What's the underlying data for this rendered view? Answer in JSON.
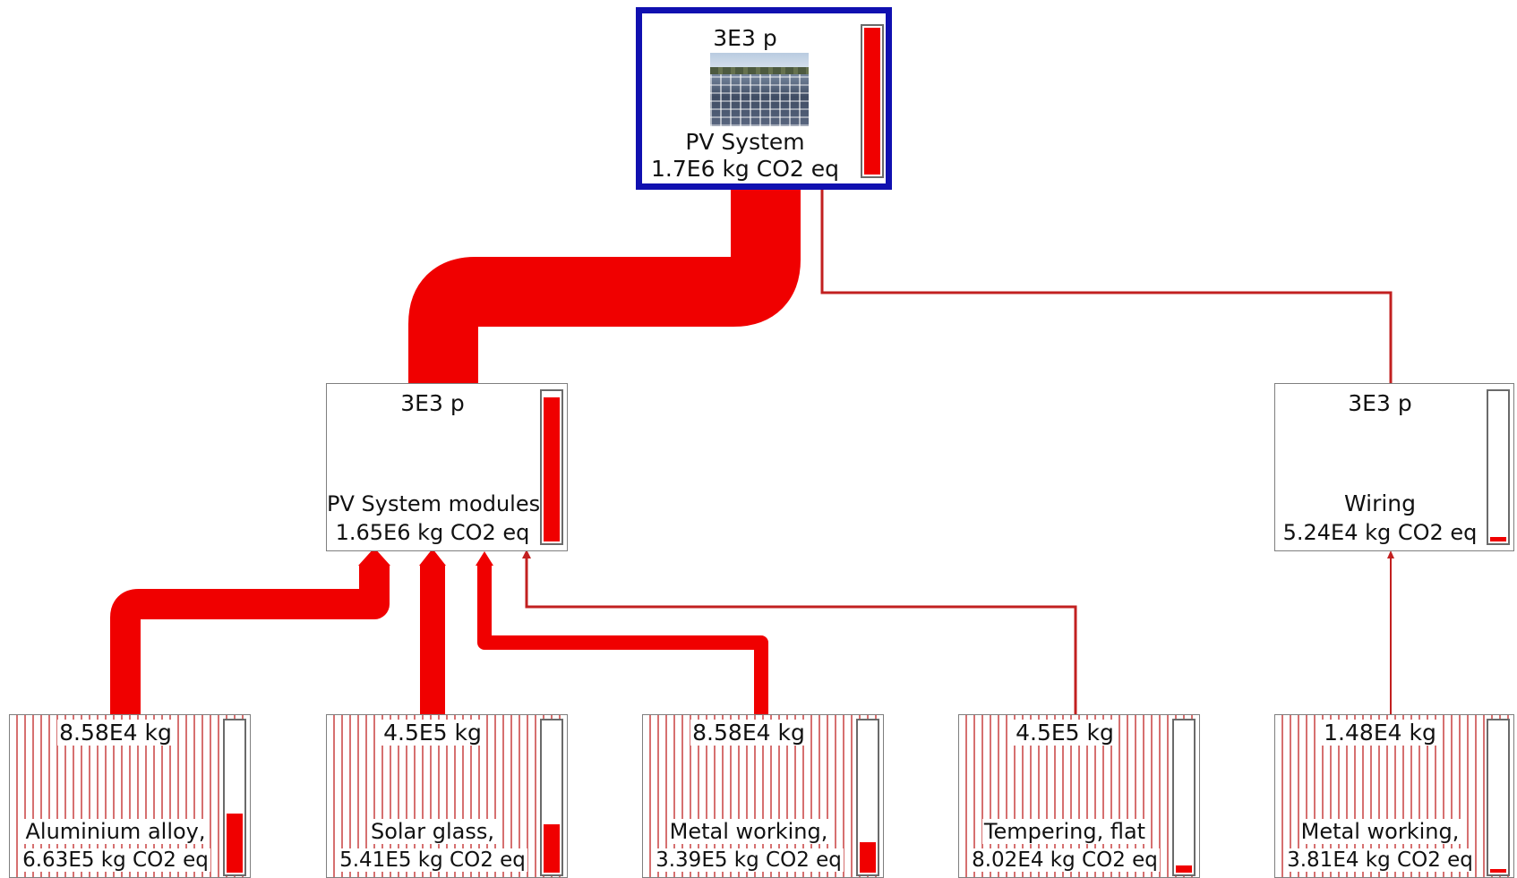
{
  "colors": {
    "flow": "#f00000",
    "flow_thin": "#c22020",
    "root_border": "#1010b0",
    "meter_fill": "#f00000"
  },
  "nodes": {
    "root": {
      "amount": "3E3 p",
      "name": "PV System",
      "impact": "1.7E6 kg CO2 eq",
      "image": "solar-farm-photo",
      "level": 1.0
    },
    "modules": {
      "amount": "3E3 p",
      "name": "PV System modules",
      "impact": "1.65E6 kg CO2 eq",
      "level": 0.97
    },
    "wiring": {
      "amount": "3E3 p",
      "name": "Wiring",
      "impact": "5.24E4 kg CO2 eq",
      "level": 0.031
    },
    "leaf1": {
      "amount": "8.58E4 kg",
      "name": "Aluminium alloy,",
      "impact": "6.63E5 kg CO2 eq",
      "level": 0.39
    },
    "leaf2": {
      "amount": "4.5E5 kg",
      "name": "Solar glass,",
      "impact": "5.41E5 kg CO2 eq",
      "level": 0.32
    },
    "leaf3": {
      "amount": "8.58E4 kg",
      "name": "Metal working,",
      "impact": "3.39E5 kg CO2 eq",
      "level": 0.2
    },
    "leaf4": {
      "amount": "4.5E5 kg",
      "name": "Tempering, flat",
      "impact": "8.02E4 kg CO2 eq",
      "level": 0.047
    },
    "leaf5": {
      "amount": "1.48E4 kg",
      "name": "Metal working,",
      "impact": "3.81E4 kg CO2 eq",
      "level": 0.022
    }
  }
}
